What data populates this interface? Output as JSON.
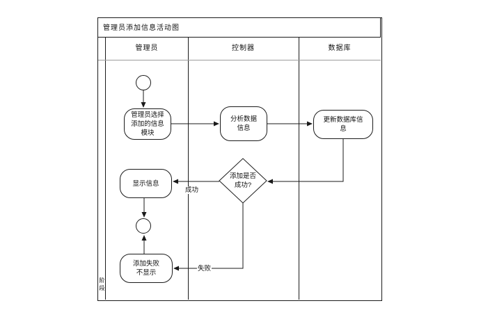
{
  "diagram": {
    "title": "管理员添加信息活动图",
    "phase_label": "阶段",
    "lanes": [
      "管理员",
      "控制器",
      "数据库"
    ],
    "nodes": [
      {
        "id": "start",
        "type": "initial",
        "text": ""
      },
      {
        "id": "select-module",
        "type": "action",
        "text": "管理员选择\n添加的信息\n模块"
      },
      {
        "id": "analyze-data",
        "type": "action",
        "text": "分析数据\n信息"
      },
      {
        "id": "update-db",
        "type": "action",
        "text": "更新数据库信\n息"
      },
      {
        "id": "add-success-decision",
        "type": "decision",
        "text": "添加是否\n成功?"
      },
      {
        "id": "display-info",
        "type": "action",
        "text": "显示信息"
      },
      {
        "id": "add-fail-no-display",
        "type": "action",
        "text": "添加失败\n不显示"
      },
      {
        "id": "end",
        "type": "final",
        "text": ""
      }
    ],
    "edge_labels": {
      "success": "成功",
      "fail": "失败"
    },
    "colors": {
      "line": "#1a1a1a",
      "header_divider": "#9c9c9c",
      "background": "#ffffff"
    }
  }
}
